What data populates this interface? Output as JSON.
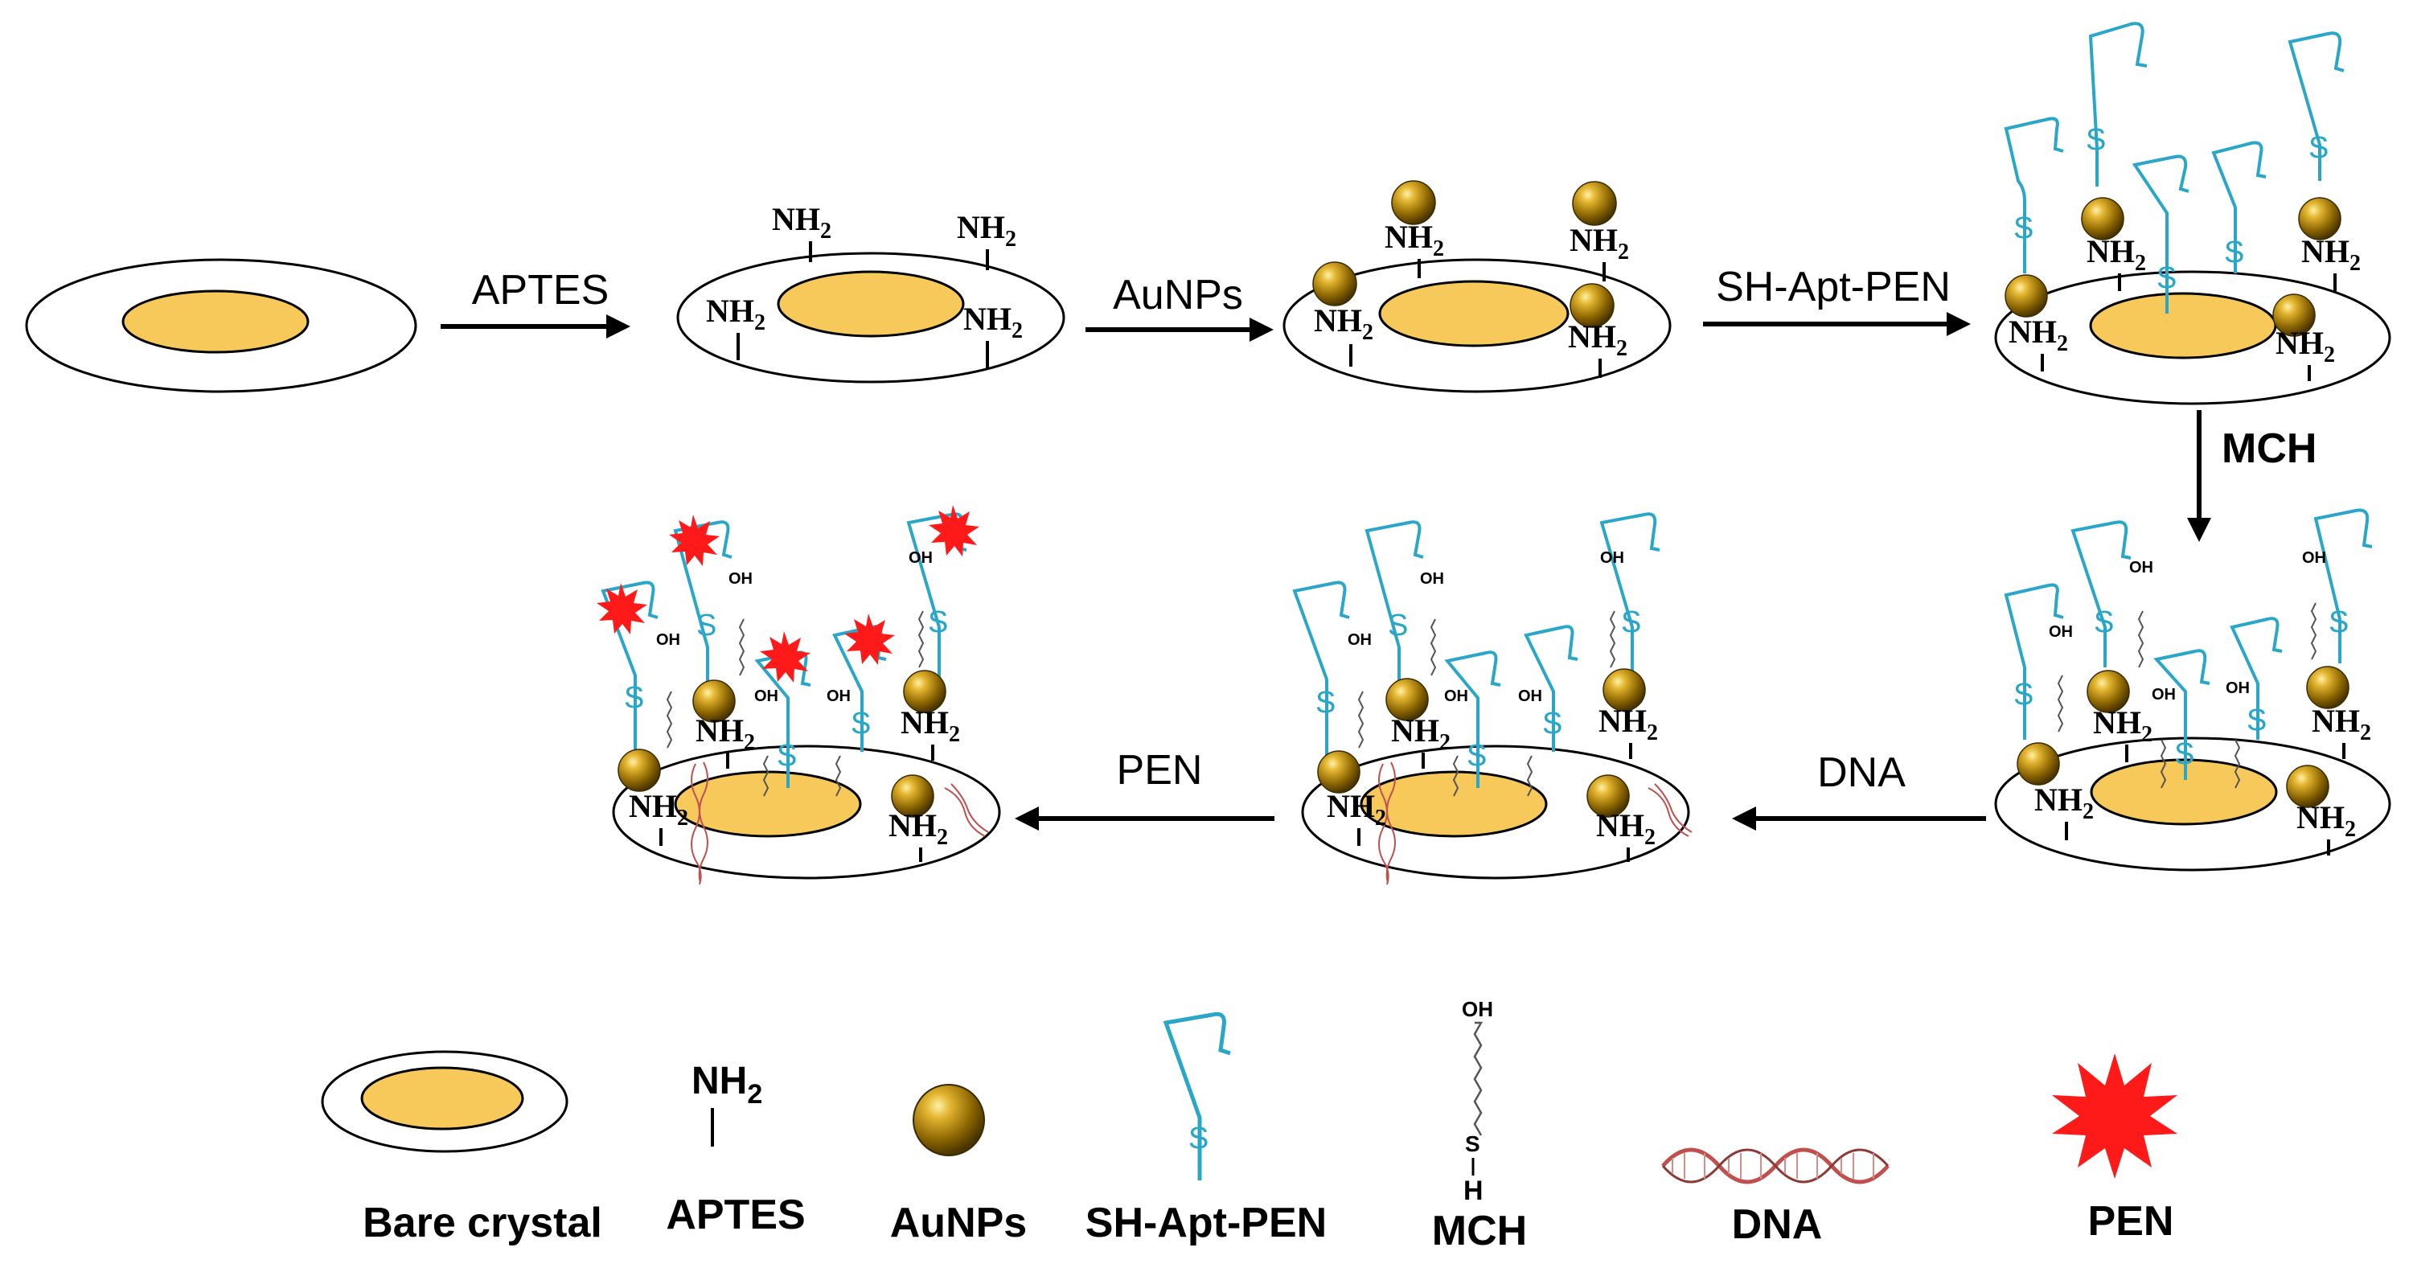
{
  "steps": {
    "aptes": "APTES",
    "aunps": "AuNPs",
    "sh_apt_pen": "SH-Apt-PEN",
    "mch": "MCH",
    "dna": "DNA",
    "pen": "PEN"
  },
  "chem": {
    "nh": "NH",
    "sub2": "2",
    "s": "S",
    "oh": "OH",
    "s_small": "S",
    "h": "H"
  },
  "legend": {
    "bare_crystal": "Bare crystal",
    "aptes": "APTES",
    "aunps": "AuNPs",
    "sh_apt_pen": "SH-Apt-PEN",
    "mch": "MCH",
    "dna": "DNA",
    "pen": "PEN"
  },
  "colors": {
    "gold_electrode": "#f7c85a",
    "aptamer": "#2aa6c9",
    "pen_star": "#ff1a1a",
    "dna_strand": "#c0504d",
    "aunp": "#b8860b"
  }
}
